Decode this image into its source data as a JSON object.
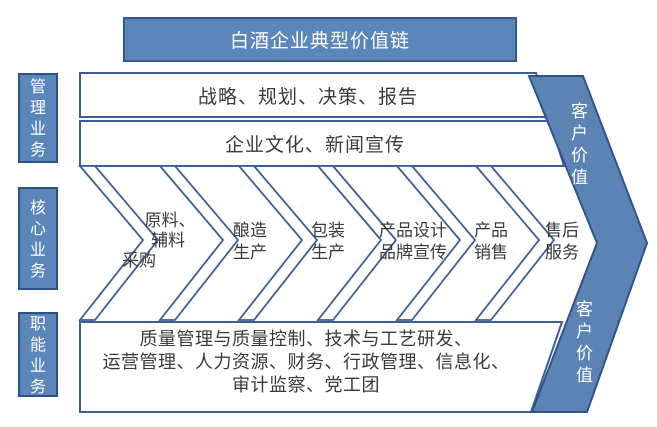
{
  "title": "白酒企业典型价值链",
  "side_labels": [
    "管理业务",
    "核心业务",
    "职能业务"
  ],
  "management_rows": [
    "战略、规划、决策、报告",
    "企业文化、新闻宣传"
  ],
  "core_stages": [
    {
      "lines": [
        "原料、",
        "辅料",
        "采购"
      ]
    },
    {
      "lines": [
        "酿造",
        "生产"
      ]
    },
    {
      "lines": [
        "包装",
        "生产"
      ]
    },
    {
      "lines": [
        "产品设计",
        "品牌宣传"
      ]
    },
    {
      "lines": [
        "产品",
        "销售"
      ]
    },
    {
      "lines": [
        "售后",
        "服务"
      ]
    }
  ],
  "functional_lines": [
    "质量管理与质量控制、技术与工艺研发、",
    "运营管理、人力资源、财务、行政管理、信息化、",
    "审计监察、党工团"
  ],
  "customer_value": {
    "top": "客户价值",
    "bottom": "客户价值"
  },
  "colors": {
    "box_fill": "#5b86ba",
    "box_border": "#2f5189",
    "shape_stroke": "#3b5f95",
    "arrow_fill": "#5b83b4",
    "arrow_border": "#30548a",
    "text": "#3b3b3b",
    "white_fill": "#ffffff"
  }
}
